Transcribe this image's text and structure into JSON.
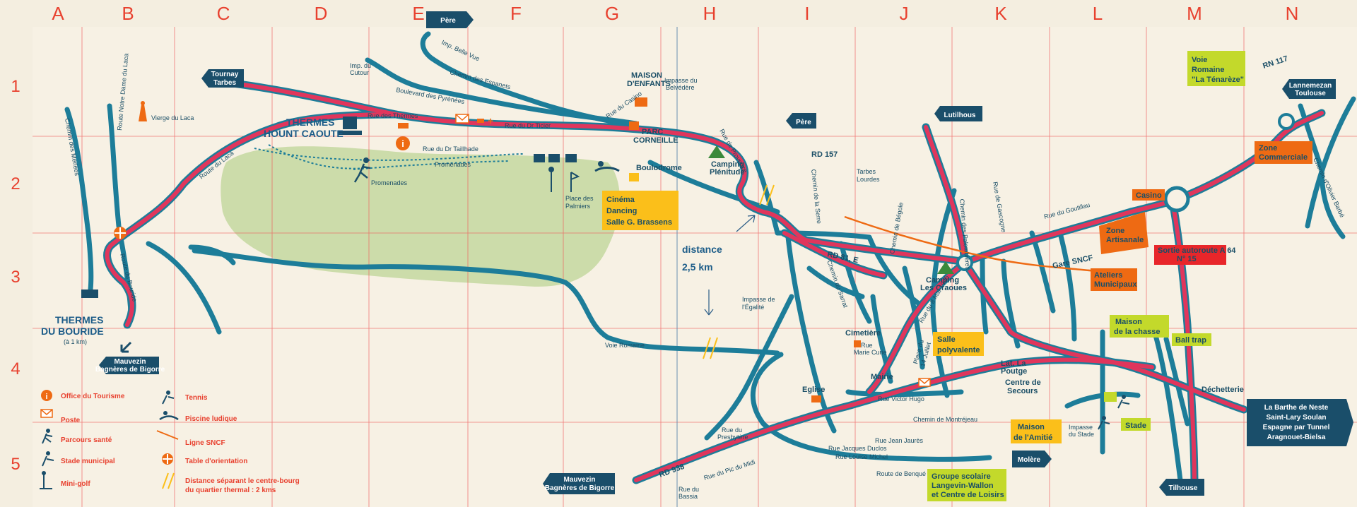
{
  "grid": {
    "columns": [
      "A",
      "B",
      "C",
      "D",
      "E",
      "F",
      "G",
      "H",
      "I",
      "J",
      "K",
      "L",
      "M",
      "N"
    ],
    "rows": [
      "1",
      "2",
      "3",
      "4",
      "5"
    ]
  },
  "colors": {
    "road_red": "#e0365c",
    "road_teal": "#1d7d99",
    "park_green": "#c7d9a3",
    "grid_red": "#ef5a5a",
    "orange": "#ee6a13",
    "yellow": "#fbbf1a",
    "lime": "#c3d92b",
    "navy_sign": "#1a4e6a"
  },
  "destinations": {
    "pere_top": "Père",
    "tournay": [
      "Tournay",
      "Tarbes"
    ],
    "pere_mid": "Père",
    "lutilhous": "Lutilhous",
    "lannemezan": [
      "Lannemezan",
      "Toulouse"
    ],
    "mauvezin_left": [
      "Mauvezin",
      "Bagnères de Bigorre"
    ],
    "mauvezin_bottom": [
      "Mauvezin",
      "Bagnères de Bigorre"
    ],
    "molere": "Molère",
    "tilhouse": "Tilhouse",
    "labarthe": [
      "La Barthe de Neste",
      "Saint-Lary Soulan",
      "Espagne par Tunnel",
      "Aragnouet-Bielsa"
    ]
  },
  "labels": {
    "thermes_hount": [
      "THERMES",
      "HOUNT CAOUTE"
    ],
    "thermes_bouride": [
      "THERMES",
      "DU BOURIDE"
    ],
    "bouride_distance": "(à 1 km)",
    "vierge": "Vierge du Laca",
    "maison_enfants": [
      "MAISON",
      "D'ENFANTS"
    ],
    "parc_corneille": [
      "PARC",
      "CORNEILLE"
    ],
    "boulodrome": "Boulodrome",
    "camping_plenitude": [
      "Camping",
      "Plénitude"
    ],
    "cinema": [
      "Cinéma",
      "Dancing",
      "Salle G. Brassens"
    ],
    "place_palmiers": [
      "Place des",
      "Palmiers"
    ],
    "distance": [
      "distance",
      "2,5 km"
    ],
    "rd157": "RD 157",
    "rd81": "RD 81, E",
    "rd938": "RD 938",
    "rn117": "RN 117",
    "tarbes_lourdes": [
      "Tarbes",
      "Lourdes"
    ],
    "voie_romaine_box": [
      "Voie",
      "Romaine",
      "\"La Ténarèze\""
    ],
    "zone_commerciale": [
      "Zone",
      "Commerciale"
    ],
    "casino": "Casino",
    "zone_artisanale": [
      "Zone",
      "Artisanale"
    ],
    "sortie_autoroute": [
      "Sortie autoroute A 64",
      "N° 15"
    ],
    "gare_sncf": "Gare SNCF",
    "ateliers": [
      "Ateliers",
      "Municipaux"
    ],
    "camping_craoues": [
      "Camping",
      "Les Craoues"
    ],
    "maison_chasse": [
      "Maison",
      "de la chasse"
    ],
    "ball_trap": "Ball trap",
    "salle_polyvalente": [
      "Salle",
      "polyvalente"
    ],
    "lat_poutge": [
      "Lat. La",
      "Poutge"
    ],
    "cimetiere": "Cimetière",
    "mairie": "Mairie",
    "eglise": "Eglise",
    "centre_secours": [
      "Centre de",
      "Secours"
    ],
    "decheterie": "Déchetterie",
    "stade": "Stade",
    "maison_amitie": [
      "Maison",
      "de l'Amitié"
    ],
    "groupe_scolaire": [
      "Groupe scolaire",
      "Langevin-Wallon",
      "et Centre de Loisirs"
    ],
    "impasse_egalite": [
      "Impasse de",
      "l'Égalité"
    ],
    "voie_romaine": "Voie Romaine"
  },
  "streets": {
    "imp_belle_vue": "Imp. Belle Vue",
    "chemin_espanets": "Chemin des Espanets",
    "imp_cutour": [
      "Imp. du",
      "Cutour"
    ],
    "bd_pyrenees": "Boulevard des Pyrénées",
    "rue_thermes": "Rue des Thermes",
    "rue_ticier": "Rue du Dr Ticier",
    "rue_laca": "Route du Laca",
    "rue_taillhade": "Rue du Dr Taillhade",
    "promenades1": "Promenades",
    "promenades2": "Promenades",
    "rue_casino": "Rue du Casino",
    "impasse_belvedere": [
      "Impasse du",
      "Belvédère"
    ],
    "rue_provence": "Rue de Provence",
    "chemin_merlees": "Chemin des Merlées",
    "route_nd_laca": "Route Notre Dame du Laca",
    "route_bouride": "Route du Bouride",
    "chemin_serre": "Chemin de la Serre",
    "chemin_sarrat": "Chemin du Sarrat",
    "chemin_begole": "Chemin de Bégole",
    "rue_8mai": "Rue du 8 Mai 1945",
    "rue_gascogne": "Rue de Gascogne",
    "rue_goutillau": "Rue du Goutillau",
    "chemin_palombieres": "Chemin des Palombières",
    "chemin_olivier": "Chemin d'Olivier Barbé",
    "rue_presbytere": [
      "Rue du",
      "Presbytère"
    ],
    "rue_pic_midi": "Rue du Pic du Midi",
    "rue_bassia": [
      "Rue du",
      "Bassia"
    ],
    "rue_louise_michel": "Rue Louise Michel",
    "rue_jacques_duclos": "Rue Jacques Duclos",
    "rue_jean_jaures": "Rue Jean Jaurès",
    "route_benque": "Route de Benqué",
    "chemin_montrejeau": "Chemin de Montréjeau",
    "rue_marie_curie": [
      "Rue",
      "Marie Curie"
    ],
    "place_14_juillet": [
      "Place du",
      "14 Juillet"
    ],
    "rue_victor_hugo": "Rue Victor Hugo",
    "impasse_stade": [
      "Impasse",
      "du Stade"
    ]
  },
  "legend": [
    {
      "icon": "info-icon",
      "label": "Office du Tourisme"
    },
    {
      "icon": "mail-icon",
      "label": "Poste"
    },
    {
      "icon": "runner-icon",
      "label": "Parcours santé"
    },
    {
      "icon": "football-icon",
      "label": "Stade municipal"
    },
    {
      "icon": "golf-icon",
      "label": "Mini-golf"
    },
    {
      "icon": "tennis-icon",
      "label": "Tennis"
    },
    {
      "icon": "swimmer-icon",
      "label": "Piscine ludique"
    },
    {
      "icon": "rail-icon",
      "label": "Ligne SNCF"
    },
    {
      "icon": "compass-icon",
      "label": "Table d'orientation"
    },
    {
      "icon": "distance-icon",
      "label": [
        "Distance séparant le centre-bourg",
        "du quartier thermal : 2 kms"
      ]
    }
  ]
}
